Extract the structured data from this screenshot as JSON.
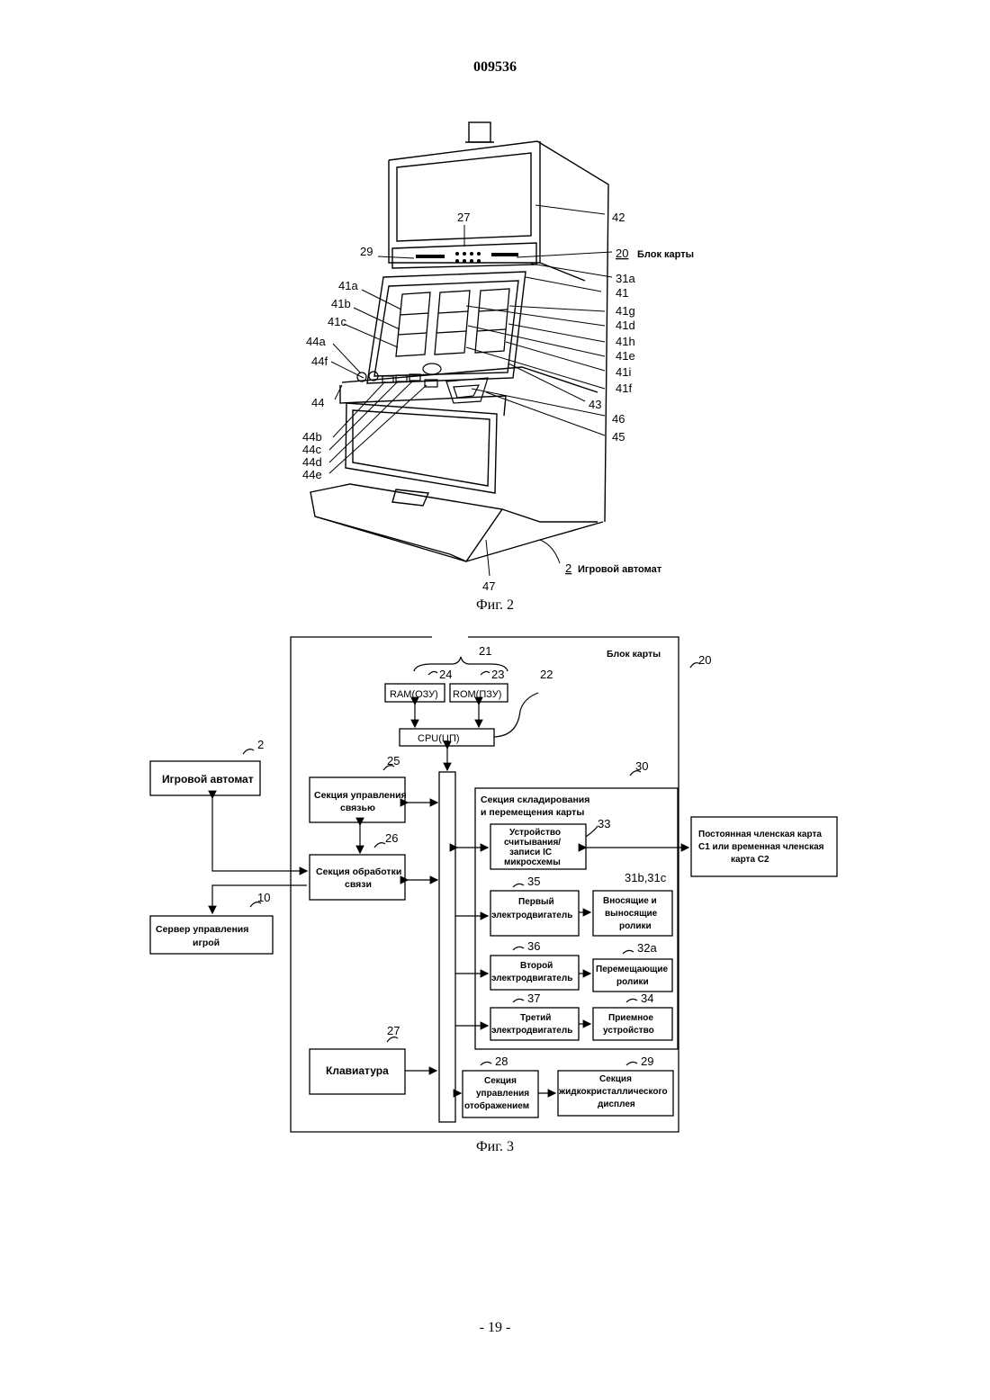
{
  "header": {
    "doc_number": "009536"
  },
  "figure2": {
    "caption": "Фиг. 2",
    "label_27": "27",
    "label_29": "29",
    "label_42": "42",
    "label_20": "20",
    "card_unit_text": "Блок карты",
    "label_31a": "31a",
    "label_41": "41",
    "label_41a": "41a",
    "label_41b": "41b",
    "label_41c": "41c",
    "label_44a": "44a",
    "label_44f": "44f",
    "label_44": "44",
    "label_41g": "41g",
    "label_41d": "41d",
    "label_41h": "41h",
    "label_41e": "41e",
    "label_41i": "41i",
    "label_41f": "41f",
    "label_43": "43",
    "label_46": "46",
    "label_45": "45",
    "label_44b": "44b",
    "label_44c": "44c",
    "label_44d": "44d",
    "label_44e": "44e",
    "label_47": "47",
    "label_2": "2",
    "machine_text": "Игровой автомат"
  },
  "figure3": {
    "caption": "Фиг. 3",
    "card_unit_title": "Блок карты",
    "ref_20": "20",
    "ref_21": "21",
    "ref_24": "24",
    "ref_23": "23",
    "ref_22": "22",
    "ram": "RAM(ОЗУ)",
    "rom": "ROM(ПЗУ)",
    "cpu": "CPU(ЦП)",
    "ref_2": "2",
    "gaming_machine": "Игровой автомат",
    "ref_25": "25",
    "comm_control_1": "Секция управления",
    "comm_control_2": "связью",
    "ref_26": "26",
    "comm_proc_1": "Секция обработки",
    "comm_proc_2": "связи",
    "ref_10": "10",
    "server_1": "Сервер управления",
    "server_2": "игрой",
    "ref_30": "30",
    "storage_1": "Секция складирования",
    "storage_2": "и перемещения карты",
    "ref_33": "33",
    "ic_1": "Устройство",
    "ic_2": "считывания/",
    "ic_3": "записи IC",
    "ic_4": "микросхемы",
    "member_1": "Постоянная членская карта",
    "member_2": "C1 или временная членская",
    "member_3": "карта C2",
    "ref_35": "35",
    "motor1_1": "Первый",
    "motor1_2": "электродвигатель",
    "ref_31bc": "31b,31c",
    "rollers1_1": "Вносящие и",
    "rollers1_2": "выносящие",
    "rollers1_3": "ролики",
    "ref_36": "36",
    "motor2_1": "Второй",
    "motor2_2": "электродвигатель",
    "ref_32a": "32a",
    "rollers2_1": "Перемещающие",
    "rollers2_2": "ролики",
    "ref_37": "37",
    "motor3_1": "Третий",
    "motor3_2": "электродвигатель",
    "ref_34": "34",
    "receiver_1": "Приемное",
    "receiver_2": "устройство",
    "ref_27": "27",
    "keyboard": "Клавиатура",
    "ref_28": "28",
    "display_ctrl_1": "Секция",
    "display_ctrl_2": "управления",
    "display_ctrl_3": "отображением",
    "ref_29": "29",
    "lcd_1": "Секция",
    "lcd_2": "жидкокристаллического",
    "lcd_3": "дисплея"
  },
  "footer": {
    "page_number": "- 19 -"
  }
}
